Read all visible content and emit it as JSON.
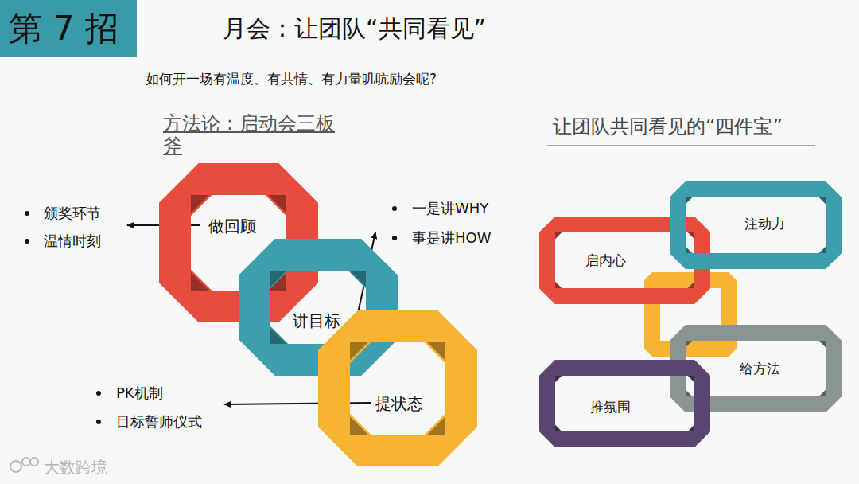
{
  "diagram": {
    "title": "月会：让团队“共同看见”",
    "nodes": [
      {
        "text": [
          "第 7 招"
        ]
      },
      {
        "text": [
          "做回顾"
        ]
      },
      {
        "text": [
          "讲目标"
        ]
      },
      {
        "text": [
          "提状态"
        ]
      },
      {
        "text": [
          "启内心"
        ]
      },
      {
        "text": [
          "注动力"
        ]
      },
      {
        "text": [
          "给方法"
        ]
      },
      {
        "text": [
          "推氛围"
        ]
      }
    ],
    "labels": [
      "如何开一场有温度、有共情、有力量叽吭励会呢?",
      "方法论：启动会三板斧",
      "让团队共同看见的“四件宝”",
      "颁奖环节",
      "温情时刻",
      "一是讲WHY",
      "事是讲HOW",
      "PK机制",
      "目标誓师仪式",
      "大数跨境"
    ]
  }
}
